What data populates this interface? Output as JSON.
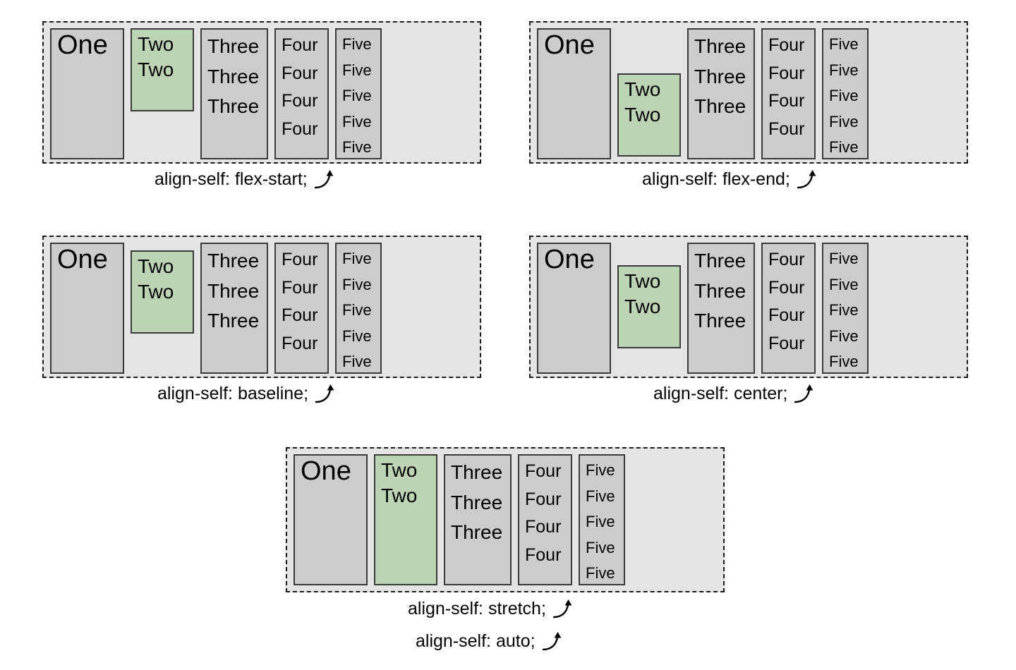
{
  "figure": {
    "title": "CSS flexbox align-self property illustration",
    "colors": {
      "panel_background": "#e4e4e4",
      "panel_border": "#1b1b1b",
      "item_background": "#cccccc",
      "item_border": "#3a3a3a",
      "highlight_background": "#bcd4b4",
      "text": "#000000",
      "page_background": "#ffffff"
    }
  },
  "items": {
    "one": {
      "label": "One",
      "lines": [
        "One"
      ]
    },
    "two": {
      "label": "Two",
      "lines": [
        "Two",
        "Two"
      ]
    },
    "three": {
      "label": "Three",
      "lines": [
        "Three",
        "Three",
        "Three"
      ]
    },
    "four": {
      "label": "Four",
      "lines": [
        "Four",
        "Four",
        "Four",
        "Four"
      ]
    },
    "five": {
      "label": "Five",
      "lines": [
        "Five",
        "Five",
        "Five",
        "Five",
        "Five"
      ]
    }
  },
  "panels": [
    {
      "id": "flex-start",
      "captions": [
        "align-self: flex-start;"
      ],
      "highlight_item": "two",
      "highlight_alignment": "flex-start"
    },
    {
      "id": "flex-end",
      "captions": [
        "align-self: flex-end;"
      ],
      "highlight_item": "two",
      "highlight_alignment": "flex-end"
    },
    {
      "id": "baseline",
      "captions": [
        "align-self: baseline;"
      ],
      "highlight_item": "two",
      "highlight_alignment": "baseline"
    },
    {
      "id": "center",
      "captions": [
        "align-self: center;"
      ],
      "highlight_item": "two",
      "highlight_alignment": "center"
    },
    {
      "id": "stretch",
      "captions": [
        "align-self: stretch;",
        "align-self: auto;"
      ],
      "highlight_item": "two",
      "highlight_alignment": "stretch"
    }
  ],
  "arrow": {
    "name": "curved-up-right-arrow"
  }
}
